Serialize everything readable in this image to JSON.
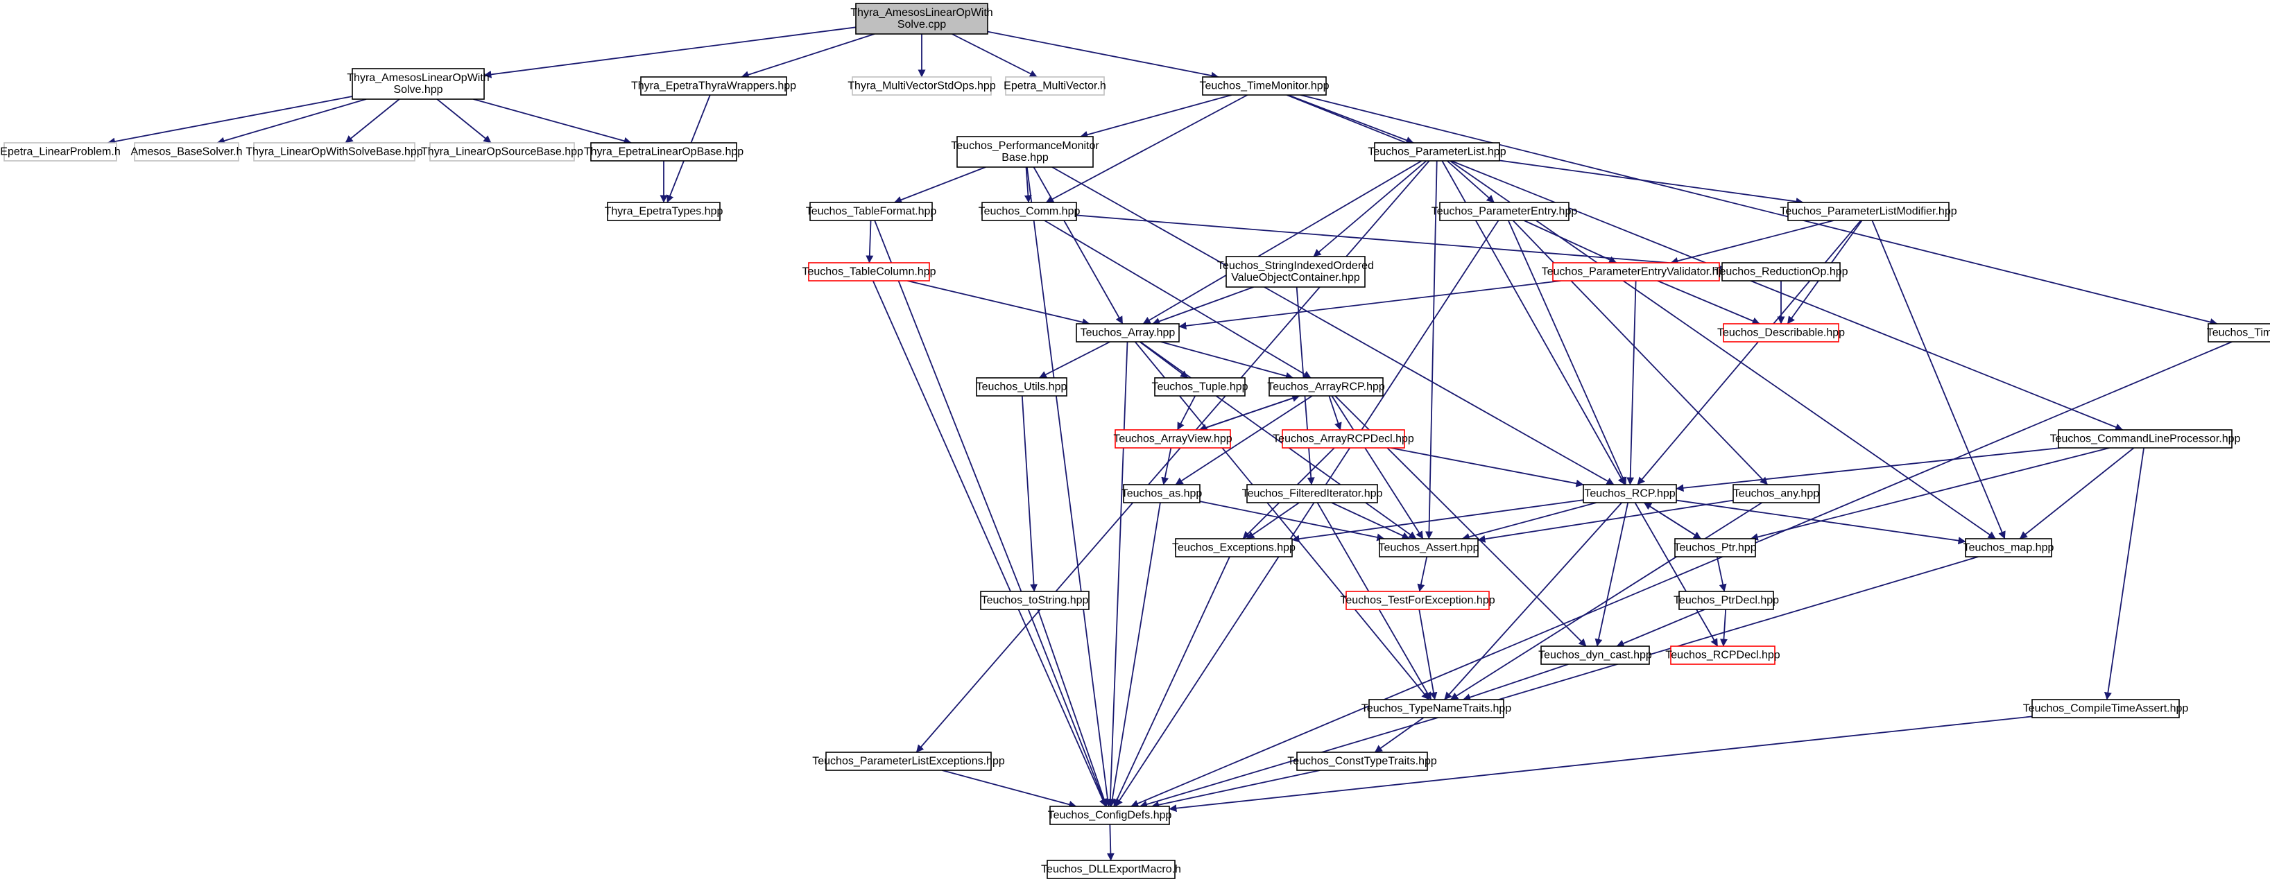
{
  "colors": {
    "edge": "#191970",
    "node_border_default": "#000000",
    "node_border_missing": "#c0c0c0",
    "node_border_truncated": "#ff0000",
    "node_fill_root": "#bfbfbf",
    "node_fill_default": "#ffffff"
  },
  "nodes": [
    {
      "id": "root",
      "lines": [
        "Thyra_AmesosLinearOpWith",
        "Solve.cpp"
      ],
      "style": "root"
    },
    {
      "id": "thyraAmesosHpp",
      "lines": [
        "Thyra_AmesosLinearOpWith",
        "Solve.hpp"
      ],
      "style": "normal"
    },
    {
      "id": "thyraEpetraThyraWrappers",
      "lines": [
        "Thyra_EpetraThyraWrappers.hpp"
      ],
      "style": "normal"
    },
    {
      "id": "thyraMultiVectorStdOps",
      "lines": [
        "Thyra_MultiVectorStdOps.hpp"
      ],
      "style": "missing"
    },
    {
      "id": "epetraMultiVector",
      "lines": [
        "Epetra_MultiVector.h"
      ],
      "style": "missing"
    },
    {
      "id": "teuchosTimeMonitor",
      "lines": [
        "Teuchos_TimeMonitor.hpp"
      ],
      "style": "normal"
    },
    {
      "id": "epetraLinearProblem",
      "lines": [
        "Epetra_LinearProblem.h"
      ],
      "style": "missing"
    },
    {
      "id": "amesosBaseSolver",
      "lines": [
        "Amesos_BaseSolver.h"
      ],
      "style": "missing"
    },
    {
      "id": "thyraLinearOpWithSolveBase",
      "lines": [
        "Thyra_LinearOpWithSolveBase.hpp"
      ],
      "style": "missing"
    },
    {
      "id": "thyraLinearOpSourceBase",
      "lines": [
        "Thyra_LinearOpSourceBase.hpp"
      ],
      "style": "missing"
    },
    {
      "id": "thyraEpetraLinearOpBase",
      "lines": [
        "Thyra_EpetraLinearOpBase.hpp"
      ],
      "style": "normal"
    },
    {
      "id": "thyraEpetraTypes",
      "lines": [
        "Thyra_EpetraTypes.hpp"
      ],
      "style": "normal"
    },
    {
      "id": "teuchosPerfMonitor",
      "lines": [
        "Teuchos_PerformanceMonitor",
        "Base.hpp"
      ],
      "style": "normal"
    },
    {
      "id": "teuchosParameterList",
      "lines": [
        "Teuchos_ParameterList.hpp"
      ],
      "style": "normal"
    },
    {
      "id": "teuchosTableFormat",
      "lines": [
        "Teuchos_TableFormat.hpp"
      ],
      "style": "normal"
    },
    {
      "id": "teuchosComm",
      "lines": [
        "Teuchos_Comm.hpp"
      ],
      "style": "normal"
    },
    {
      "id": "teuchosParameterEntry",
      "lines": [
        "Teuchos_ParameterEntry.hpp"
      ],
      "style": "normal"
    },
    {
      "id": "teuchosParameterListModifier",
      "lines": [
        "Teuchos_ParameterListModifier.hpp"
      ],
      "style": "normal"
    },
    {
      "id": "teuchosTableColumn",
      "lines": [
        "Teuchos_TableColumn.hpp"
      ],
      "style": "truncated"
    },
    {
      "id": "teuchosStringIndexed",
      "lines": [
        "Teuchos_StringIndexedOrdered",
        "ValueObjectContainer.hpp"
      ],
      "style": "normal"
    },
    {
      "id": "teuchosParamEntryValidator",
      "lines": [
        "Teuchos_ParameterEntryValidator.hpp"
      ],
      "style": "truncated"
    },
    {
      "id": "teuchosReductionOp",
      "lines": [
        "Teuchos_ReductionOp.hpp"
      ],
      "style": "normal"
    },
    {
      "id": "teuchosDescribable",
      "lines": [
        "Teuchos_Describable.hpp"
      ],
      "style": "truncated"
    },
    {
      "id": "teuchosTime",
      "lines": [
        "Teuchos_Time.hpp"
      ],
      "style": "normal"
    },
    {
      "id": "teuchosArray",
      "lines": [
        "Teuchos_Array.hpp"
      ],
      "style": "normal"
    },
    {
      "id": "teuchosUtils",
      "lines": [
        "Teuchos_Utils.hpp"
      ],
      "style": "normal"
    },
    {
      "id": "teuchosTuple",
      "lines": [
        "Teuchos_Tuple.hpp"
      ],
      "style": "normal"
    },
    {
      "id": "teuchosArrayRCP",
      "lines": [
        "Teuchos_ArrayRCP.hpp"
      ],
      "style": "normal"
    },
    {
      "id": "teuchosArrayView",
      "lines": [
        "Teuchos_ArrayView.hpp"
      ],
      "style": "truncated"
    },
    {
      "id": "teuchosArrayRCPDecl",
      "lines": [
        "Teuchos_ArrayRCPDecl.hpp"
      ],
      "style": "truncated"
    },
    {
      "id": "teuchosCommandLineProcessor",
      "lines": [
        "Teuchos_CommandLineProcessor.hpp"
      ],
      "style": "normal"
    },
    {
      "id": "teuchosAs",
      "lines": [
        "Teuchos_as.hpp"
      ],
      "style": "normal"
    },
    {
      "id": "teuchosFilteredIterator",
      "lines": [
        "Teuchos_FilteredIterator.hpp"
      ],
      "style": "normal"
    },
    {
      "id": "teuchosRCP",
      "lines": [
        "Teuchos_RCP.hpp"
      ],
      "style": "normal"
    },
    {
      "id": "teuchosAny",
      "lines": [
        "Teuchos_any.hpp"
      ],
      "style": "normal"
    },
    {
      "id": "teuchosExceptions",
      "lines": [
        "Teuchos_Exceptions.hpp"
      ],
      "style": "normal"
    },
    {
      "id": "teuchosAssert",
      "lines": [
        "Teuchos_Assert.hpp"
      ],
      "style": "normal"
    },
    {
      "id": "teuchosPtr",
      "lines": [
        "Teuchos_Ptr.hpp"
      ],
      "style": "normal"
    },
    {
      "id": "teuchosMap",
      "lines": [
        "Teuchos_map.hpp"
      ],
      "style": "normal"
    },
    {
      "id": "teuchosToString",
      "lines": [
        "Teuchos_toString.hpp"
      ],
      "style": "normal"
    },
    {
      "id": "teuchosTestForException",
      "lines": [
        "Teuchos_TestForException.hpp"
      ],
      "style": "truncated"
    },
    {
      "id": "teuchosPtrDecl",
      "lines": [
        "Teuchos_PtrDecl.hpp"
      ],
      "style": "normal"
    },
    {
      "id": "teuchosDynCast",
      "lines": [
        "Teuchos_dyn_cast.hpp"
      ],
      "style": "normal"
    },
    {
      "id": "teuchosRCPDecl",
      "lines": [
        "Teuchos_RCPDecl.hpp"
      ],
      "style": "truncated"
    },
    {
      "id": "teuchosTypeNameTraits",
      "lines": [
        "Teuchos_TypeNameTraits.hpp"
      ],
      "style": "normal"
    },
    {
      "id": "teuchosCompileTimeAssert",
      "lines": [
        "Teuchos_CompileTimeAssert.hpp"
      ],
      "style": "normal"
    },
    {
      "id": "teuchosParameterListExceptions",
      "lines": [
        "Teuchos_ParameterListExceptions.hpp"
      ],
      "style": "normal"
    },
    {
      "id": "teuchosConstTypeTraits",
      "lines": [
        "Teuchos_ConstTypeTraits.hpp"
      ],
      "style": "normal"
    },
    {
      "id": "teuchosConfigDefs",
      "lines": [
        "Teuchos_ConfigDefs.hpp"
      ],
      "style": "normal"
    },
    {
      "id": "teuchosDLLExportMacro",
      "lines": [
        "Teuchos_DLLExportMacro.h"
      ],
      "style": "normal"
    }
  ],
  "edges": [
    [
      "root",
      "thyraAmesosHpp"
    ],
    [
      "root",
      "thyraEpetraThyraWrappers"
    ],
    [
      "root",
      "thyraMultiVectorStdOps"
    ],
    [
      "root",
      "epetraMultiVector"
    ],
    [
      "root",
      "teuchosTimeMonitor"
    ],
    [
      "thyraAmesosHpp",
      "epetraLinearProblem"
    ],
    [
      "thyraAmesosHpp",
      "amesosBaseSolver"
    ],
    [
      "thyraAmesosHpp",
      "thyraLinearOpWithSolveBase"
    ],
    [
      "thyraAmesosHpp",
      "thyraLinearOpSourceBase"
    ],
    [
      "thyraAmesosHpp",
      "thyraEpetraLinearOpBase"
    ],
    [
      "thyraEpetraThyraWrappers",
      "thyraEpetraTypes"
    ],
    [
      "thyraEpetraLinearOpBase",
      "thyraEpetraTypes"
    ],
    [
      "teuchosTimeMonitor",
      "teuchosPerfMonitor"
    ],
    [
      "teuchosTimeMonitor",
      "teuchosComm"
    ],
    [
      "teuchosTimeMonitor",
      "teuchosParameterList"
    ],
    [
      "teuchosTimeMonitor",
      "teuchosTime"
    ],
    [
      "teuchosTimeMonitor",
      "teuchosCommandLineProcessor"
    ],
    [
      "teuchosPerfMonitor",
      "teuchosConfigDefs"
    ],
    [
      "teuchosPerfMonitor",
      "teuchosTableFormat"
    ],
    [
      "teuchosPerfMonitor",
      "teuchosComm"
    ],
    [
      "teuchosPerfMonitor",
      "teuchosArray"
    ],
    [
      "teuchosPerfMonitor",
      "teuchosRCP"
    ],
    [
      "teuchosTableFormat",
      "teuchosTableColumn"
    ],
    [
      "teuchosTableFormat",
      "teuchosConfigDefs"
    ],
    [
      "teuchosTableColumn",
      "teuchosArray"
    ],
    [
      "teuchosTableColumn",
      "teuchosConfigDefs"
    ],
    [
      "teuchosComm",
      "teuchosReductionOp"
    ],
    [
      "teuchosComm",
      "teuchosArrayRCP"
    ],
    [
      "teuchosParameterList",
      "teuchosParameterListExceptions"
    ],
    [
      "teuchosParameterList",
      "teuchosArray"
    ],
    [
      "teuchosParameterList",
      "teuchosStringIndexed"
    ],
    [
      "teuchosParameterList",
      "teuchosAssert"
    ],
    [
      "teuchosParameterList",
      "teuchosParameterEntry"
    ],
    [
      "teuchosParameterList",
      "teuchosParameterListModifier"
    ],
    [
      "teuchosParameterList",
      "teuchosRCP"
    ],
    [
      "teuchosParameterList",
      "teuchosMap"
    ],
    [
      "teuchosParameterEntry",
      "teuchosParamEntryValidator"
    ],
    [
      "teuchosParameterEntry",
      "teuchosRCP"
    ],
    [
      "teuchosParameterEntry",
      "teuchosAny"
    ],
    [
      "teuchosParameterEntry",
      "teuchosConfigDefs"
    ],
    [
      "teuchosParameterListModifier",
      "teuchosParamEntryValidator"
    ],
    [
      "teuchosParameterListModifier",
      "teuchosDescribable"
    ],
    [
      "teuchosParameterListModifier",
      "teuchosRCP"
    ],
    [
      "teuchosParameterListModifier",
      "teuchosMap"
    ],
    [
      "teuchosParamEntryValidator",
      "teuchosArray"
    ],
    [
      "teuchosParamEntryValidator",
      "teuchosDescribable"
    ],
    [
      "teuchosParamEntryValidator",
      "teuchosRCP"
    ],
    [
      "teuchosReductionOp",
      "teuchosDescribable"
    ],
    [
      "teuchosStringIndexed",
      "teuchosArray"
    ],
    [
      "teuchosStringIndexed",
      "teuchosFilteredIterator"
    ],
    [
      "teuchosTime",
      "teuchosConfigDefs"
    ],
    [
      "teuchosArray",
      "teuchosUtils"
    ],
    [
      "teuchosArray",
      "teuchosTuple"
    ],
    [
      "teuchosArray",
      "teuchosArrayRCP"
    ],
    [
      "teuchosArray",
      "teuchosAssert"
    ],
    [
      "teuchosArray",
      "teuchosTypeNameTraits"
    ],
    [
      "teuchosArray",
      "teuchosConfigDefs"
    ],
    [
      "teuchosUtils",
      "teuchosToString"
    ],
    [
      "teuchosToString",
      "teuchosConfigDefs"
    ],
    [
      "teuchosTuple",
      "teuchosArrayView"
    ],
    [
      "teuchosArrayRCP",
      "teuchosArrayView"
    ],
    [
      "teuchosArrayView",
      "teuchosArrayRCP"
    ],
    [
      "teuchosArrayRCP",
      "teuchosArrayRCPDecl"
    ],
    [
      "teuchosArrayRCP",
      "teuchosAs"
    ],
    [
      "teuchosArrayRCP",
      "teuchosAssert"
    ],
    [
      "teuchosArrayRCP",
      "teuchosDynCast"
    ],
    [
      "teuchosArrayView",
      "teuchosAs"
    ],
    [
      "teuchosArrayRCPDecl",
      "teuchosRCP"
    ],
    [
      "teuchosArrayRCPDecl",
      "teuchosExceptions"
    ],
    [
      "teuchosAs",
      "teuchosAssert"
    ],
    [
      "teuchosAs",
      "teuchosConfigDefs"
    ],
    [
      "teuchosFilteredIterator",
      "teuchosExceptions"
    ],
    [
      "teuchosFilteredIterator",
      "teuchosAssert"
    ],
    [
      "teuchosFilteredIterator",
      "teuchosTypeNameTraits"
    ],
    [
      "teuchosCommandLineProcessor",
      "teuchosRCP"
    ],
    [
      "teuchosCommandLineProcessor",
      "teuchosPtr"
    ],
    [
      "teuchosCommandLineProcessor",
      "teuchosMap"
    ],
    [
      "teuchosCommandLineProcessor",
      "teuchosCompileTimeAssert"
    ],
    [
      "teuchosRCP",
      "teuchosExceptions"
    ],
    [
      "teuchosRCP",
      "teuchosAssert"
    ],
    [
      "teuchosRCP",
      "teuchosPtr"
    ],
    [
      "teuchosRCP",
      "teuchosMap"
    ],
    [
      "teuchosRCP",
      "teuchosDynCast"
    ],
    [
      "teuchosRCP",
      "teuchosRCPDecl"
    ],
    [
      "teuchosRCP",
      "teuchosTypeNameTraits"
    ],
    [
      "teuchosPtr",
      "teuchosRCP"
    ],
    [
      "teuchosAny",
      "teuchosAssert"
    ],
    [
      "teuchosAny",
      "teuchosTypeNameTraits"
    ],
    [
      "teuchosExceptions",
      "teuchosConfigDefs"
    ],
    [
      "teuchosAssert",
      "teuchosTestForException"
    ],
    [
      "teuchosTestForException",
      "teuchosTypeNameTraits"
    ],
    [
      "teuchosPtr",
      "teuchosPtrDecl"
    ],
    [
      "teuchosPtrDecl",
      "teuchosDynCast"
    ],
    [
      "teuchosPtrDecl",
      "teuchosRCPDecl"
    ],
    [
      "teuchosDynCast",
      "teuchosTypeNameTraits"
    ],
    [
      "teuchosTypeNameTraits",
      "teuchosConstTypeTraits"
    ],
    [
      "teuchosConstTypeTraits",
      "teuchosConfigDefs"
    ],
    [
      "teuchosMap",
      "teuchosConfigDefs"
    ],
    [
      "teuchosCompileTimeAssert",
      "teuchosConfigDefs"
    ],
    [
      "teuchosParameterListExceptions",
      "teuchosConfigDefs"
    ],
    [
      "teuchosConfigDefs",
      "teuchosDLLExportMacro"
    ]
  ]
}
